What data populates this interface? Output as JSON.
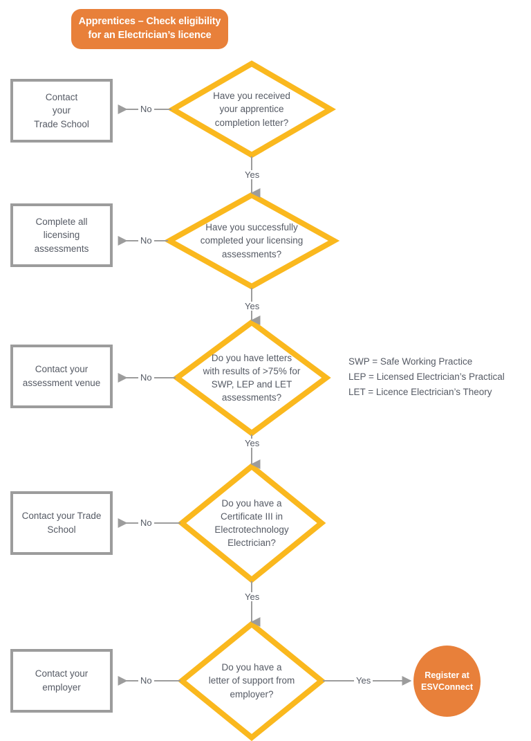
{
  "header": {
    "title_line1": "Apprentices – Check eligibility",
    "title_line2": "for an Electrician’s licence",
    "background_color": "#E8803A",
    "text_color": "#FFFFFF"
  },
  "colors": {
    "accent_orange": "#E8803A",
    "decision_yellow": "#FAB81E",
    "box_border_gray": "#9C9C9C",
    "connector_gray": "#9C9C9C",
    "text_gray": "#555A64",
    "background": "#FFFFFF"
  },
  "decisions": [
    {
      "id": "apprentice-completion-letter",
      "line1": "Have you received",
      "line2": "your apprentice",
      "line3": "completion letter?",
      "line4": "",
      "no_label": "No",
      "yes_label": "Yes"
    },
    {
      "id": "licensing-assessments",
      "line1": "Have you successfully",
      "line2": "completed your licensing",
      "line3": "assessments?",
      "line4": "",
      "no_label": "No",
      "yes_label": "Yes"
    },
    {
      "id": "assessment-results-letters",
      "line1": "Do you have letters",
      "line2": "with results of >75% for",
      "line3": "SWP, LEP and LET",
      "line4": "assessments?",
      "no_label": "No",
      "yes_label": "Yes"
    },
    {
      "id": "certificate-iii",
      "line1": "Do you have a",
      "line2": "Certificate III in",
      "line3": "Electrotechnology",
      "line4": "Electrician?",
      "no_label": "No",
      "yes_label": "Yes"
    },
    {
      "id": "letter-of-support",
      "line1": "Do you have a",
      "line2": "letter of support from",
      "line3": "employer?",
      "line4": "",
      "no_label": "No",
      "yes_label": "Yes"
    }
  ],
  "outcome_boxes": [
    {
      "id": "contact-trade-school-1",
      "line1": "Contact",
      "line2": "your",
      "line3": "Trade School"
    },
    {
      "id": "complete-licensing-assessments",
      "line1": "Complete all",
      "line2": "licensing",
      "line3": "assessments"
    },
    {
      "id": "contact-assessment-venue",
      "line1": "Contact your",
      "line2": "assessment venue",
      "line3": ""
    },
    {
      "id": "contact-trade-school-2",
      "line1": "Contact your Trade",
      "line2": "School",
      "line3": ""
    },
    {
      "id": "contact-employer",
      "line1": "Contact your",
      "line2": "employer",
      "line3": ""
    }
  ],
  "terminator": {
    "id": "register-esvconnect",
    "line1": "Register at",
    "line2": "ESVConnect"
  },
  "legend": {
    "lines": [
      "SWP = Safe Working Practice",
      "LEP = Licensed Electrician’s Practical",
      "LET = Licence Electrician’s Theory"
    ]
  },
  "chart_data": {
    "type": "diagram",
    "subtype": "flowchart",
    "title": "Apprentices – Check eligibility for an Electrician’s licence",
    "nodes": [
      {
        "id": "start",
        "shape": "rounded-rect",
        "label": "Apprentices – Check eligibility for an Electrician’s licence",
        "fill": "#E8803A"
      },
      {
        "id": "d1",
        "shape": "diamond",
        "label": "Have you received your apprentice completion letter?"
      },
      {
        "id": "b1",
        "shape": "rect",
        "label": "Contact your Trade School"
      },
      {
        "id": "d2",
        "shape": "diamond",
        "label": "Have you successfully completed your licensing assessments?"
      },
      {
        "id": "b2",
        "shape": "rect",
        "label": "Complete all licensing assessments"
      },
      {
        "id": "d3",
        "shape": "diamond",
        "label": "Do you have letters with results of >75% for SWP, LEP and LET assessments?"
      },
      {
        "id": "b3",
        "shape": "rect",
        "label": "Contact your assessment venue"
      },
      {
        "id": "d4",
        "shape": "diamond",
        "label": "Do you have a Certificate III in Electrotechnology Electrician?"
      },
      {
        "id": "b4",
        "shape": "rect",
        "label": "Contact your Trade School"
      },
      {
        "id": "d5",
        "shape": "diamond",
        "label": "Do you have a letter of support from employer?"
      },
      {
        "id": "b5",
        "shape": "rect",
        "label": "Contact your employer"
      },
      {
        "id": "end",
        "shape": "ellipse",
        "label": "Register at ESVConnect",
        "fill": "#E8803A"
      }
    ],
    "edges": [
      {
        "from": "d1",
        "to": "b1",
        "label": "No"
      },
      {
        "from": "d1",
        "to": "d2",
        "label": "Yes"
      },
      {
        "from": "d2",
        "to": "b2",
        "label": "No"
      },
      {
        "from": "d2",
        "to": "d3",
        "label": "Yes"
      },
      {
        "from": "d3",
        "to": "b3",
        "label": "No"
      },
      {
        "from": "d3",
        "to": "d4",
        "label": "Yes"
      },
      {
        "from": "d4",
        "to": "b4",
        "label": "No"
      },
      {
        "from": "d4",
        "to": "d5",
        "label": "Yes"
      },
      {
        "from": "d5",
        "to": "b5",
        "label": "No"
      },
      {
        "from": "d5",
        "to": "end",
        "label": "Yes"
      }
    ]
  }
}
